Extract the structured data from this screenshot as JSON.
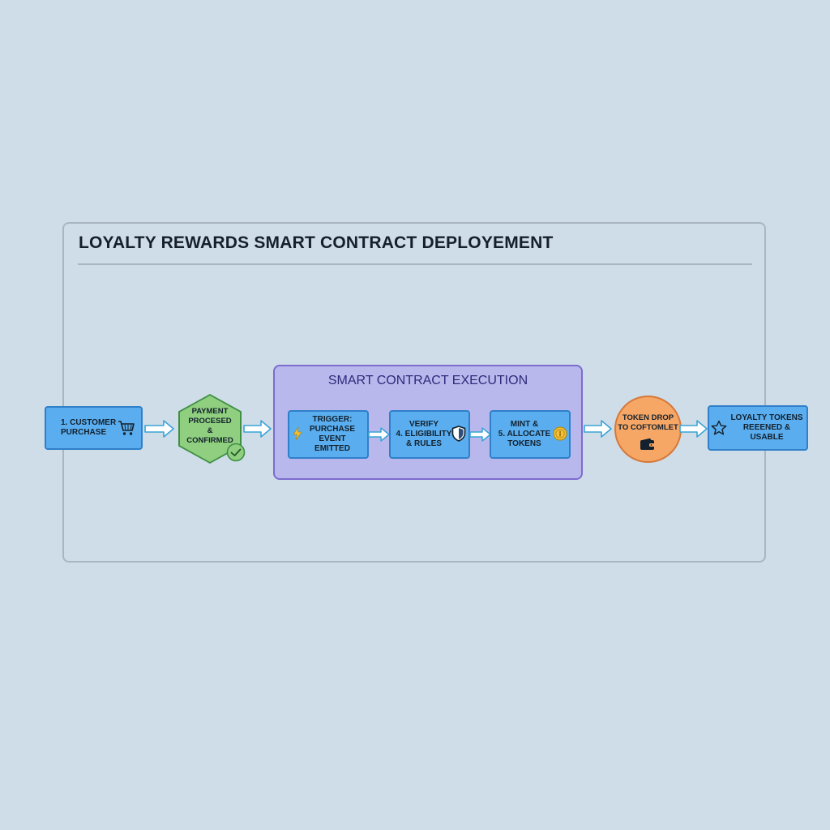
{
  "title": "LOYALTY REWARDS SMART CONTRACT DEPLOYEMENT",
  "contract": {
    "title": "SMART CONTRACT EXECUTION"
  },
  "steps": [
    {
      "label": "1. CUSTOMER\nPURCHASE",
      "icon": "shopping-cart-icon"
    },
    {
      "label": "PAYMENT\nPROCESED\n& CONFIRMED",
      "icon": "checkmark-icon"
    },
    {
      "label": "TRIGGER:\nPURCHASE\nEVENT EMITTED",
      "icon": "lightning-icon"
    },
    {
      "label": "VERIFY\n4.  ELIGIBILITY\n& RULES",
      "icon": "shield-icon"
    },
    {
      "label": "MINT &\n5.  ALLOCATE\nTOKENS",
      "icon": "coin-icon"
    },
    {
      "label": "TOKEN DROP\nTO COFTOMLET",
      "icon": "wallet-icon"
    },
    {
      "label": "LOYALTY TOKENS\nREEENED & USABLE",
      "icon": "star-icon"
    }
  ],
  "colors": {
    "background": "#cfdde9",
    "step_box": "#5aaeef",
    "payment": "#8fcf7f",
    "contract": "#b8b8ec",
    "token_drop": "#f7a765",
    "arrow": "#3aa3d6"
  }
}
